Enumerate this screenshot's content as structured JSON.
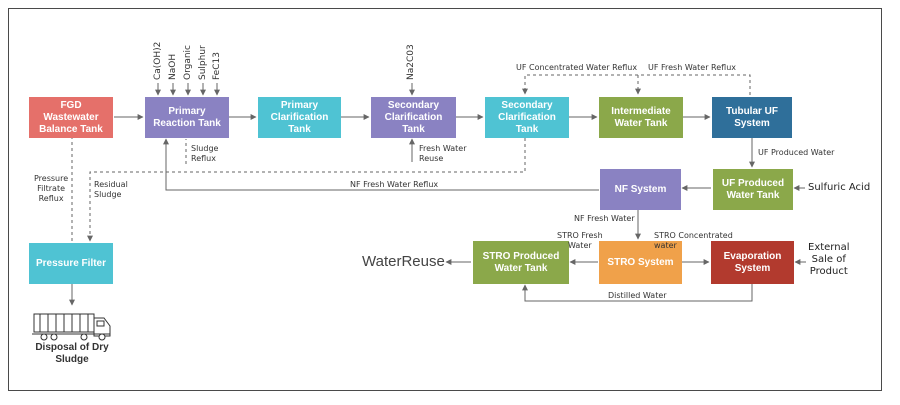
{
  "colors": {
    "red": "#e5706a",
    "purple": "#8a82c2",
    "cyan": "#4fc3d3",
    "green": "#8ba84a",
    "blue": "#2f6f9a",
    "orange": "#f0a14a",
    "darkred": "#b23a2e",
    "line": "#666666"
  },
  "nodes": {
    "fgd": "FGD Wastewater\nBalance Tank",
    "primary_reaction": "Primary\nReaction Tank",
    "primary_clar": "Primary\nClarification\nTank",
    "secondary_clar_1": "Secondary\nClarification\nTank",
    "secondary_clar_2": "Secondary\nClarification\nTank",
    "intermediate": "Intermediate\nWater Tank",
    "tubular_uf": "Tubular UF\nSystem",
    "uf_produced": "UF Produced\nWater Tank",
    "nf_system": "NF System",
    "pressure_filter": "Pressure Filter",
    "stro_produced": "STRO Produced\nWater Tank",
    "stro_system": "STRO System",
    "evaporation": "Evaporation\nSystem"
  },
  "chemicals": {
    "primary": [
      "Ca(OH)2",
      "NaOH",
      "Organic",
      "Sulphur",
      "FeC13"
    ],
    "secondary": [
      "Na2C03"
    ]
  },
  "labels": {
    "uf_conc_reflux": "UF Concentrated Water Reflux",
    "uf_fresh_reflux": "UF Fresh Water Reflux",
    "uf_produced_water": "UF Produced Water",
    "sulfuric_acid": "Sulfuric Acid",
    "nf_fresh_reflux": "NF Fresh Water Reflux",
    "sludge_reflux": "Sludge\nReflux",
    "fresh_water_reuse": "Fresh Water\nReuse",
    "pressure_filtrate_reflux": "Pressure\nFiltrate\nReflux",
    "residual_sludge": "Residual\nSludge",
    "nf_fresh_water": "NF Fresh Water",
    "stro_fresh_water": "STRO Fresh\nWater",
    "stro_conc_water": "STRO Concentrated\nwater",
    "distilled_water": "Distilled Water",
    "external_sale": "External\nSale of\nProduct",
    "water_reuse": "WaterReuse",
    "disposal": "Disposal  of Dry\nSludge"
  }
}
